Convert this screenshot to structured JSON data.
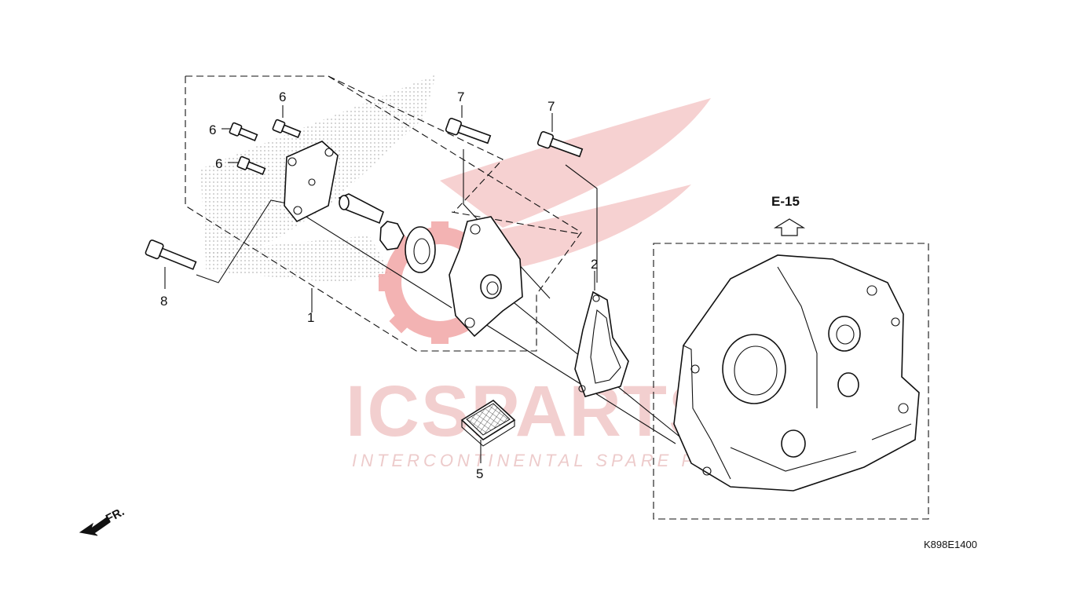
{
  "diagram": {
    "callouts": [
      "1",
      "2",
      "5",
      "6",
      "6",
      "6",
      "7",
      "7",
      "8"
    ],
    "section_ref": "E-15",
    "direction_label": "FR.",
    "drawing_code": "K898E1400"
  },
  "watermark": {
    "brand": "ICSPARTS",
    "tagline": "INTERCONTINENTAL SPARE PARTS",
    "colors": {
      "wing": "#f2b8b8",
      "gear": "#ef9a9a",
      "dots": "#c8c8c8"
    }
  }
}
